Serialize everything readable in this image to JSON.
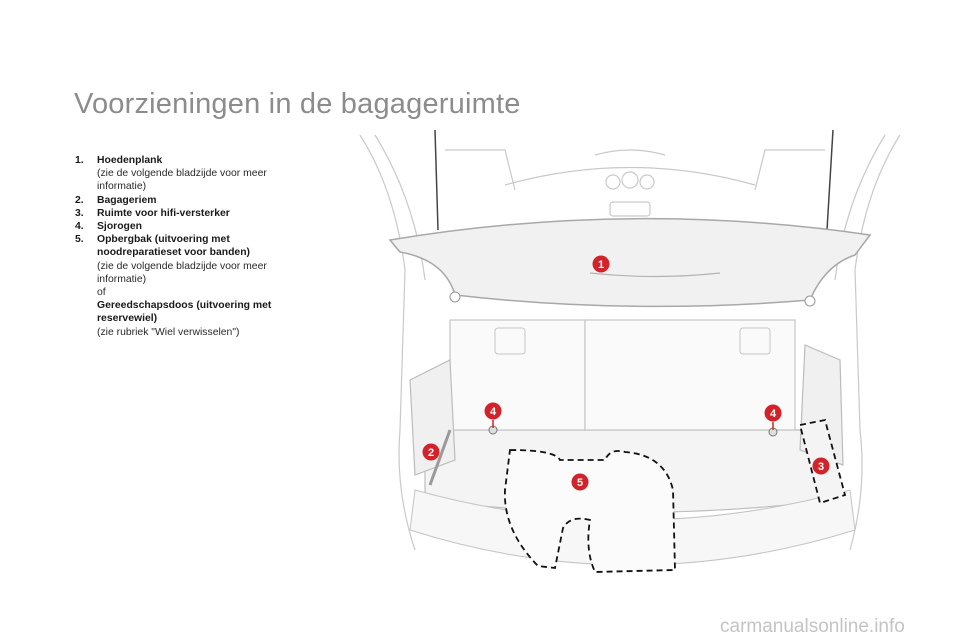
{
  "page": {
    "title": "Voorzieningen in de bagageruimte"
  },
  "legend": [
    {
      "num": "1.",
      "label": "Hoedenplank",
      "note": "(zie de volgende bladzijde voor meer informatie)"
    },
    {
      "num": "2.",
      "label": "Bagageriem"
    },
    {
      "num": "3.",
      "label": "Ruimte voor hifi-versterker"
    },
    {
      "num": "4.",
      "label": "Sjorogen"
    },
    {
      "num": "5.",
      "label": "Opbergbak (uitvoering met noodreparatieset voor banden)",
      "note": "(zie de volgende bladzijde voor meer informatie)",
      "or": "of",
      "label2": "Gereedschapsdoos (uitvoering met reservewiel)",
      "note2": "(zie rubriek \"Wiel verwisselen\")"
    }
  ],
  "figure": {
    "markers": [
      "1",
      "2",
      "3",
      "4",
      "4",
      "5"
    ],
    "marker_color": "#d2232a"
  },
  "watermark": "carmanualsonline.info"
}
